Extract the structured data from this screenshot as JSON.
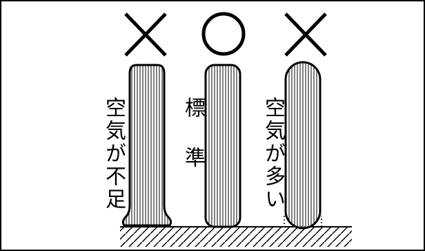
{
  "labels": {
    "insufficient": "空気が不足",
    "standard": "標準",
    "excess": "空気が多い"
  },
  "marks": {
    "insufficient": "cross",
    "standard": "circle",
    "excess": "cross"
  },
  "colors": {
    "line": "#000000",
    "background": "#ffffff"
  }
}
